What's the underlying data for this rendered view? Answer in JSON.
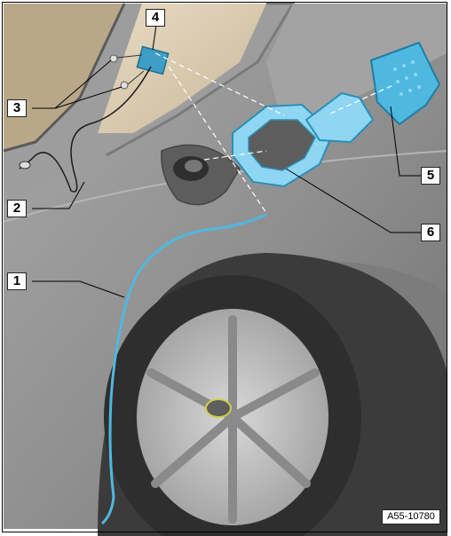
{
  "figure": {
    "reference_code": "A55-10780",
    "callouts": [
      {
        "id": "callout-1",
        "label": "1"
      },
      {
        "id": "callout-2",
        "label": "2"
      },
      {
        "id": "callout-3",
        "label": "3"
      },
      {
        "id": "callout-4",
        "label": "4"
      },
      {
        "id": "callout-5",
        "label": "5"
      },
      {
        "id": "callout-6",
        "label": "6"
      }
    ],
    "colors": {
      "body": "#8f8f8f",
      "body_dark": "#6e6e6e",
      "highlight": "#4fb8e0",
      "highlight_light": "#8fd6f2",
      "tyre": "#2e2e2e",
      "rim": "#b9b9b9"
    }
  }
}
